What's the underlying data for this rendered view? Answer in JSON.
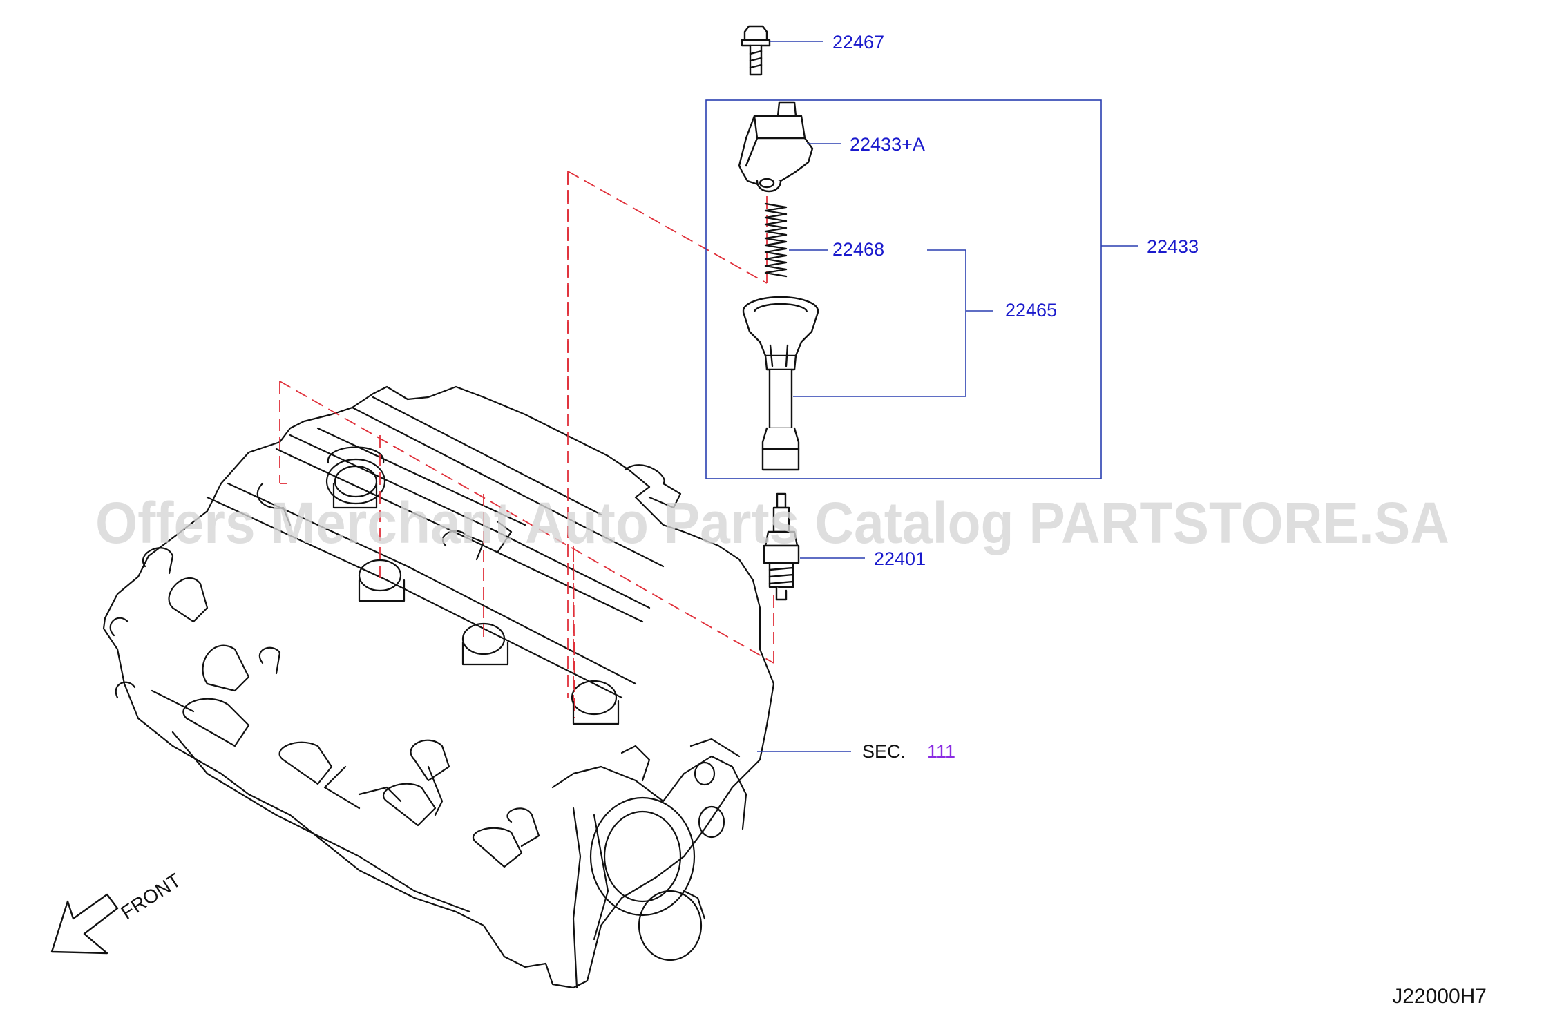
{
  "watermark": "Offers Merchant Auto Parts Catalog PARTSTORE.SA",
  "diagram_code": "J22000H7",
  "front_label": "FRONT",
  "callouts": {
    "bolt": "22467",
    "coil_assembly_a": "22433+A",
    "spring": "22468",
    "coil_assembly": "22433",
    "boot_kit": "22465",
    "spark_plug": "22401",
    "section_prefix": "SEC.",
    "section_number": "111"
  },
  "colors": {
    "callout_text": "#1a1acc",
    "leader_line": "#2a3fb0",
    "section_link": "#8a2be2",
    "dashed_guide": "#e0303a",
    "watermark": "#d6d6d6"
  }
}
